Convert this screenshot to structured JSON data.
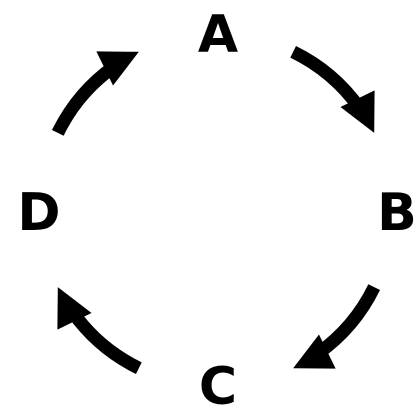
{
  "diagram": {
    "type": "cycle",
    "direction": "clockwise",
    "color": "#000000",
    "nodes": [
      {
        "id": "A",
        "label": "A"
      },
      {
        "id": "B",
        "label": "B"
      },
      {
        "id": "C",
        "label": "C"
      },
      {
        "id": "D",
        "label": "D"
      }
    ],
    "edges": [
      {
        "from": "A",
        "to": "B"
      },
      {
        "from": "B",
        "to": "C"
      },
      {
        "from": "C",
        "to": "D"
      },
      {
        "from": "D",
        "to": "A"
      }
    ]
  }
}
